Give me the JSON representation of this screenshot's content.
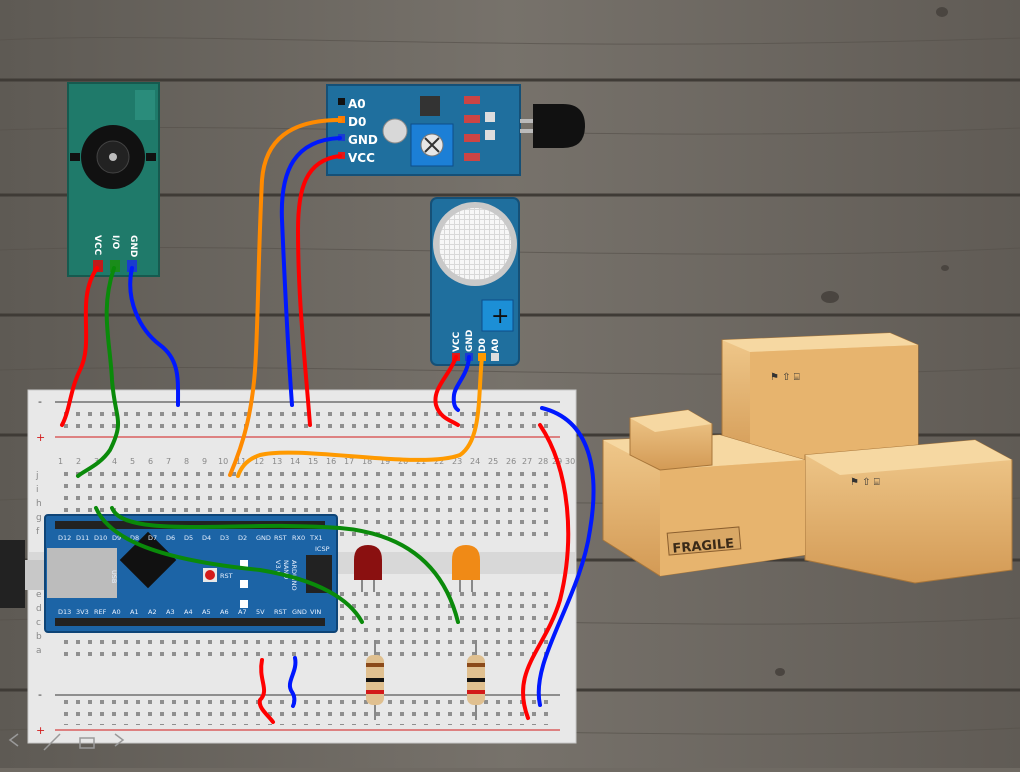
{
  "flame_sensor": {
    "pins": [
      "A0",
      "D0",
      "GND",
      "VCC"
    ]
  },
  "gas_sensor": {
    "pins": [
      "VCC",
      "GND",
      "D0",
      "A0"
    ]
  },
  "buzzer_module": {
    "pins": [
      "VCC",
      "I/O",
      "GND"
    ]
  },
  "breadboard": {
    "power_plus": "+",
    "power_minus": "-",
    "column_numbers": [
      "1",
      "2",
      "3",
      "4",
      "5",
      "6",
      "7",
      "8",
      "9",
      "10",
      "11",
      "12",
      "13",
      "14",
      "15",
      "16",
      "17",
      "18",
      "19",
      "20",
      "21",
      "22",
      "23",
      "24",
      "25",
      "26",
      "27",
      "28",
      "29",
      "30"
    ],
    "row_letters_top": [
      "j",
      "i",
      "h",
      "g",
      "f"
    ],
    "row_letters_bottom": [
      "e",
      "d",
      "c",
      "b",
      "a"
    ]
  },
  "arduino": {
    "board_name_1": "ARDUINO",
    "board_name_2": "NANO",
    "board_name_3": "V3.0",
    "icsp": "ICSP",
    "top_pins": [
      "D12",
      "D11",
      "D10",
      "D9",
      "D8",
      "D7",
      "D6",
      "D5",
      "D4",
      "D3",
      "D2",
      "GND",
      "RST",
      "RX0",
      "TX1"
    ],
    "bottom_pins": [
      "D13",
      "3V3",
      "REF",
      "A0",
      "A1",
      "A2",
      "A3",
      "A4",
      "A5",
      "A6",
      "A7",
      "5V",
      "RST",
      "GND",
      "VIN"
    ],
    "usb_label": "USB",
    "rst_label": "RST"
  },
  "boxes": {
    "label": "FRAGILE"
  },
  "colors": {
    "wire_red": "#ff0000",
    "wire_blue": "#0018ff",
    "wire_green": "#0a8a0a",
    "wire_orange": "#ff8a00",
    "module_blue": "#1f6f9e",
    "buzzer_green": "#1f7a6a",
    "arduino_blue": "#1c64a6",
    "led_red": "#8a1010",
    "led_orange": "#f08a16"
  }
}
